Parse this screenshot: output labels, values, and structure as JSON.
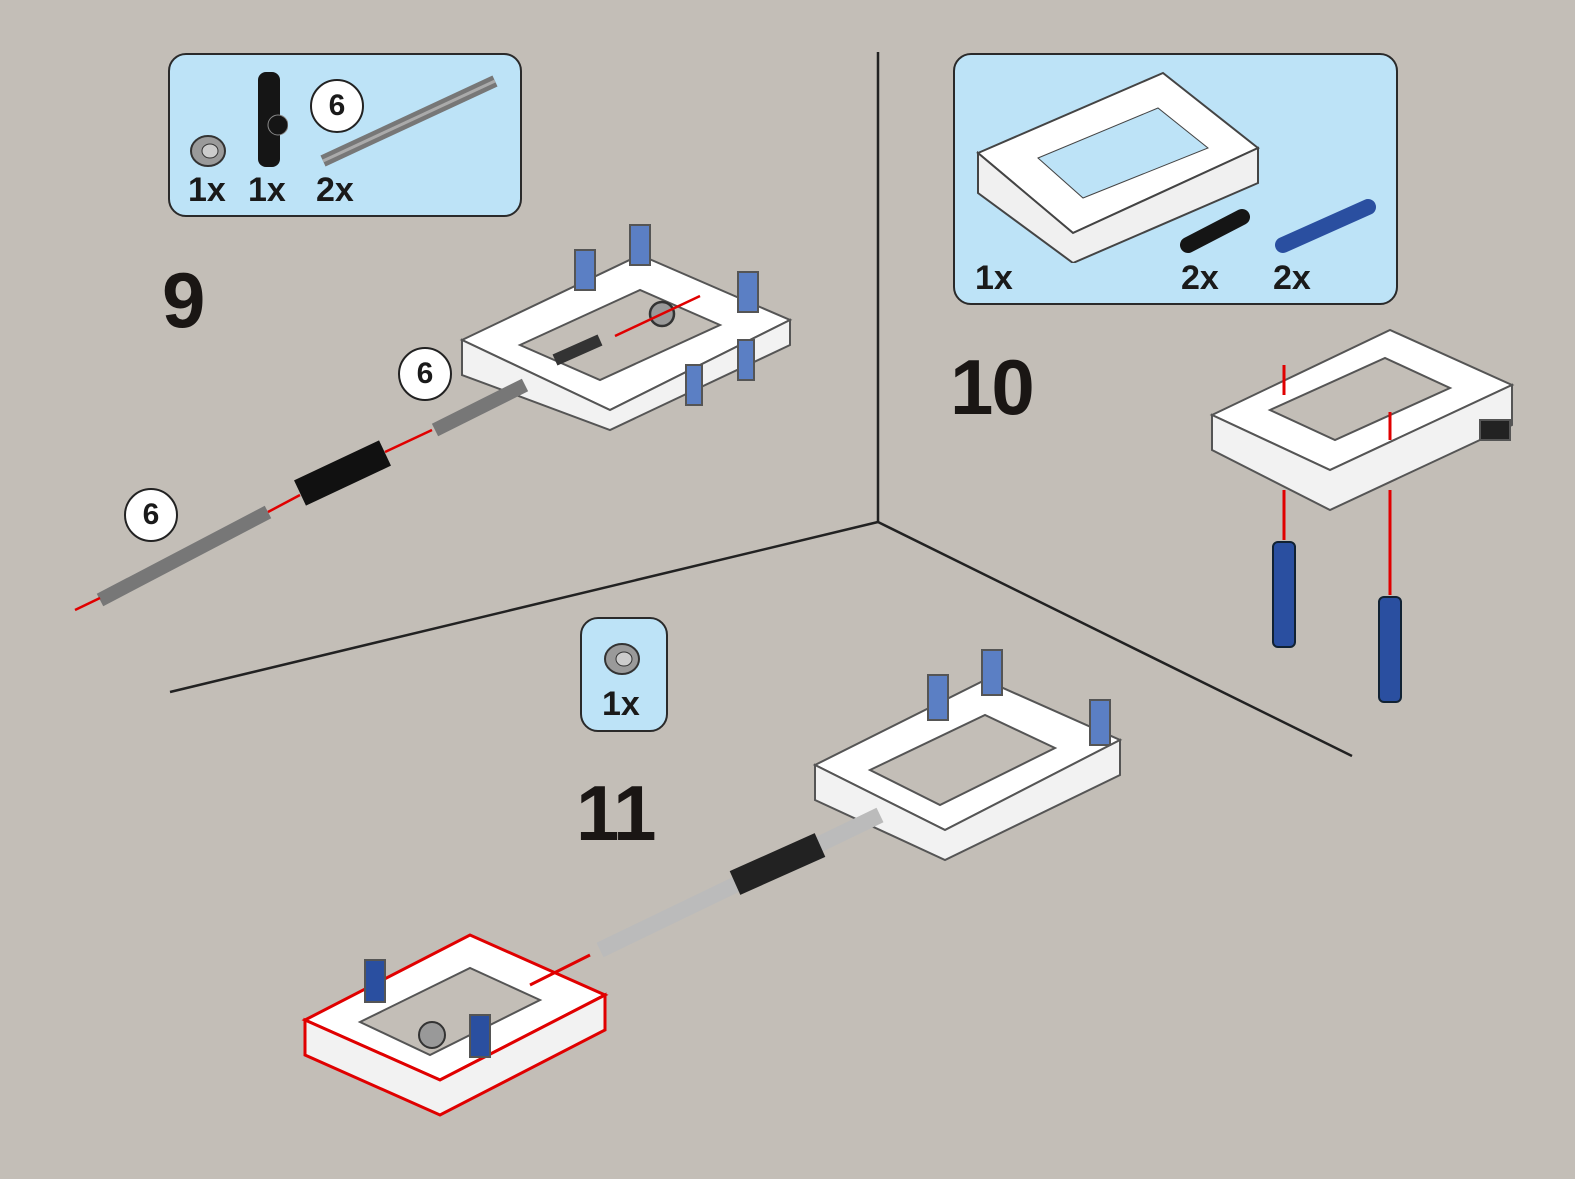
{
  "steps": [
    {
      "number": "9",
      "parts": [
        {
          "name": "bush",
          "qty": "1x"
        },
        {
          "name": "cross-block",
          "qty": "1x"
        },
        {
          "name": "axle",
          "qty": "2x",
          "length_callout": "6"
        }
      ],
      "callouts": [
        "6",
        "6"
      ]
    },
    {
      "number": "10",
      "parts": [
        {
          "name": "frame",
          "qty": "1x"
        },
        {
          "name": "black-pin",
          "qty": "2x"
        },
        {
          "name": "blue-pin",
          "qty": "2x"
        }
      ]
    },
    {
      "number": "11",
      "parts": [
        {
          "name": "bush",
          "qty": "1x"
        }
      ]
    }
  ],
  "colors": {
    "background": "#c3beb7",
    "partbox": "#bde3f7",
    "arrow": "#e00000",
    "blue_pin": "#2a4fa0"
  }
}
